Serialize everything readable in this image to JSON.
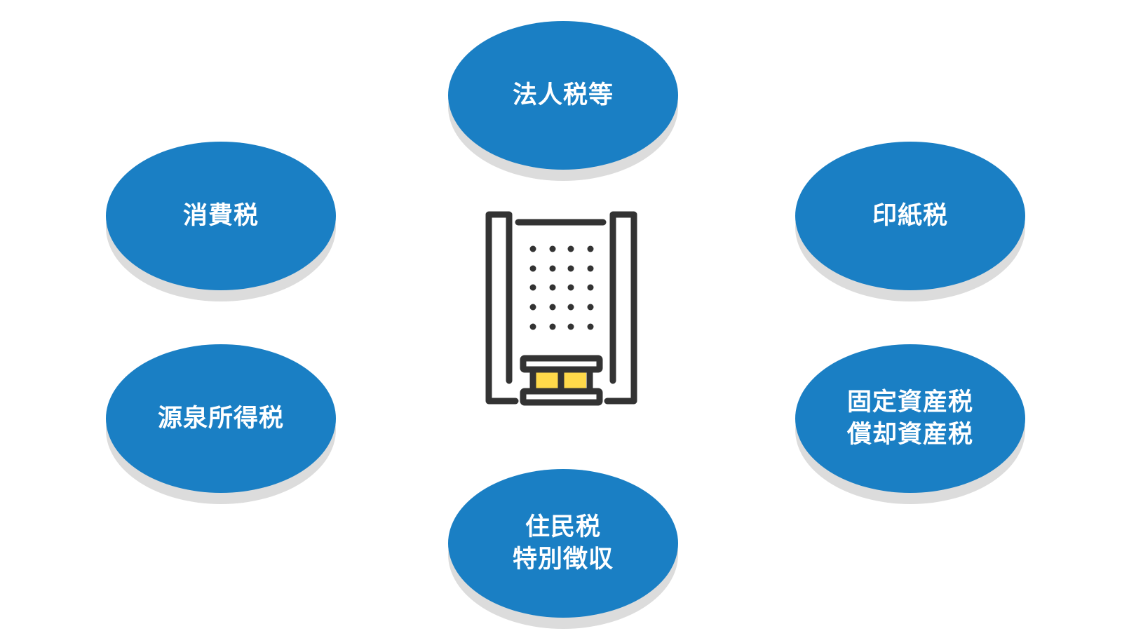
{
  "colors": {
    "node_fill": "#1a7fc4",
    "shadow": "#dcdcdc",
    "icon_stroke": "#333333",
    "icon_accent": "#ffd94a"
  },
  "center_icon": "office-building-icon",
  "nodes": {
    "top": {
      "lines": [
        "法人税等"
      ]
    },
    "left_top": {
      "lines": [
        "消費税"
      ]
    },
    "right_top": {
      "lines": [
        "印紙税"
      ]
    },
    "left_bottom": {
      "lines": [
        "源泉所得税"
      ]
    },
    "right_bottom": {
      "lines": [
        "固定資産税",
        "償却資産税"
      ]
    },
    "bottom": {
      "lines": [
        "住民税",
        "特別徴収"
      ]
    }
  }
}
